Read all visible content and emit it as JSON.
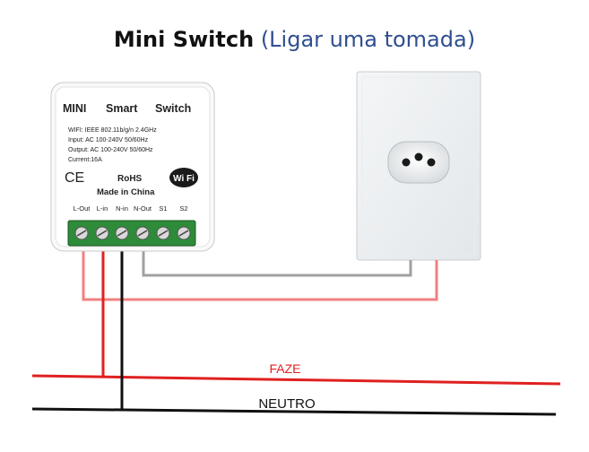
{
  "title": {
    "bold": "Mini Switch",
    "rest": "(Ligar uma tomada)"
  },
  "module": {
    "header": [
      "MINI",
      "Smart",
      "Switch"
    ],
    "specs": [
      "WIFI: IEEE 802.11b/g/n 2.4GHz",
      "Input: AC 100-240V 50/60Hz",
      "Output: AC 100-240V 50/60Hz",
      "Current:16A"
    ],
    "ce_mark": "CE",
    "rohs": "RoHS",
    "made_in": "Made in China",
    "wifi_badge": "Wi Fi",
    "terminals": [
      "L-Out",
      "L-in",
      "N-in",
      "N-Out",
      "S1",
      "S2"
    ]
  },
  "wires": {
    "phase_label": "FAZE",
    "neutral_label": "NEUTRO",
    "phase_color": "#e02020",
    "neutral_color": "#111111",
    "return_color": "#f08080",
    "neutral_out_color": "#a0a0a0"
  },
  "colors": {
    "title_blue": "#2f4f8f",
    "terminal_green": "#2e8b3a"
  }
}
